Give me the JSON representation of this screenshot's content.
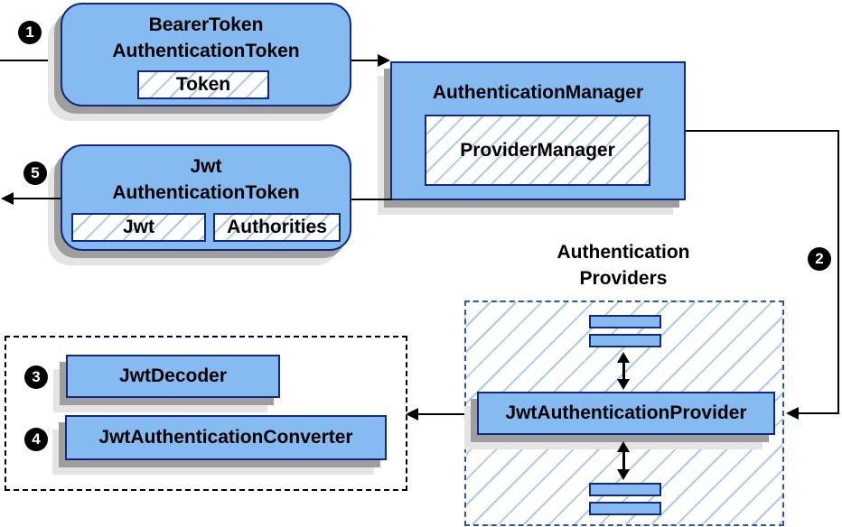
{
  "diagram": {
    "badges": {
      "step1": "1",
      "step2": "2",
      "step3": "3",
      "step4": "4",
      "step5": "5"
    },
    "bearer_token_node": {
      "title_line1": "BearerToken",
      "title_line2": "AuthenticationToken",
      "field": "Token"
    },
    "authentication_manager_node": {
      "title": "AuthenticationManager",
      "inner": "ProviderManager"
    },
    "jwt_token_node": {
      "title_line1": "Jwt",
      "title_line2": "AuthenticationToken",
      "fields": [
        "Jwt",
        "Authorities"
      ]
    },
    "providers_group": {
      "label_line1": "Authentication",
      "label_line2": "Providers"
    },
    "jwt_authentication_provider_node": {
      "title": "JwtAuthenticationProvider"
    },
    "jwt_decoder_node": {
      "title": "JwtDecoder"
    },
    "jwt_authentication_converter_node": {
      "title": "JwtAuthenticationConverter"
    },
    "colors": {
      "node_fill": "#85BBF0",
      "node_border": "#14297E",
      "hatch_line": "#A8CBEE",
      "group_border": "#2B57A5",
      "shadow_dark": "#9E9E9E",
      "shadow_light": "#E4E4E4",
      "arrow": "#000000"
    }
  }
}
